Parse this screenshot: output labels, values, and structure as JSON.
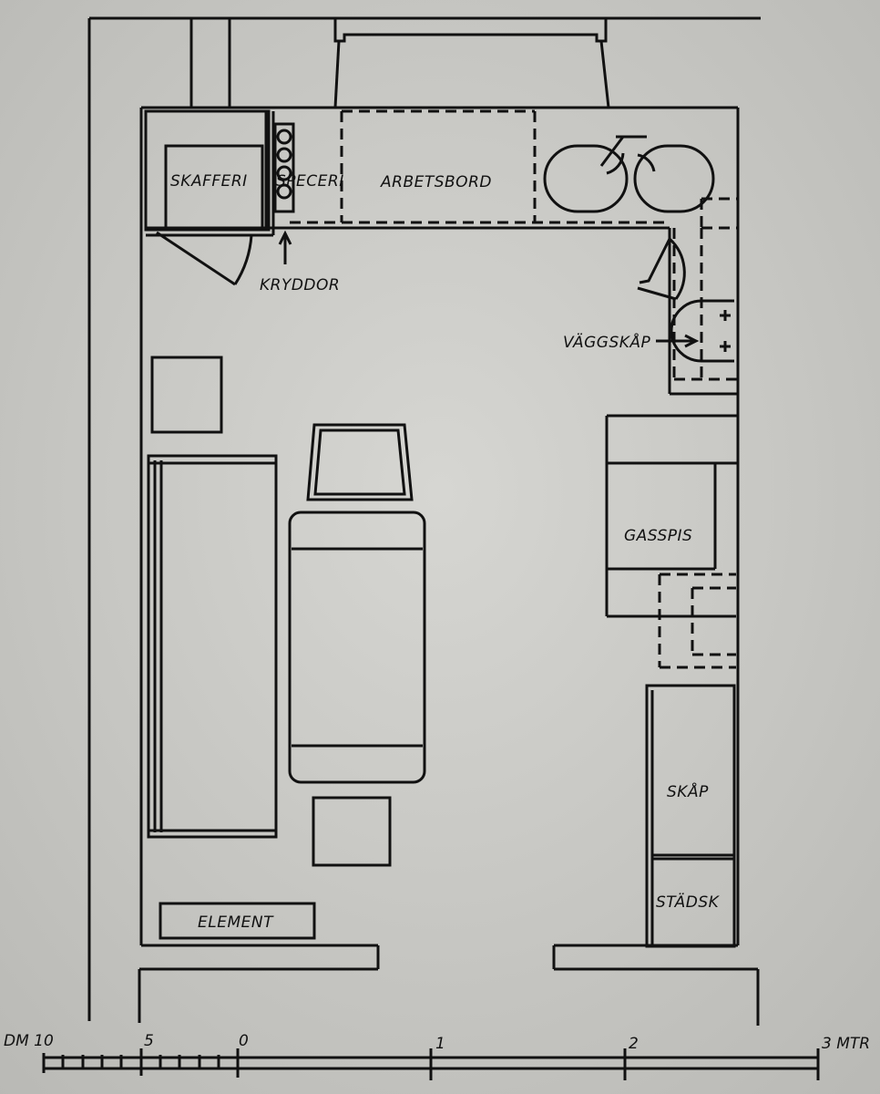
{
  "labels": {
    "skafferi": "SKAFFERI",
    "speceri": "SPECERI",
    "arbetsbord": "ARBETSBORD",
    "kryddor": "KRYDDOR",
    "vaggskap": "VÄGGSKÅP",
    "gasspis": "GASSPIS",
    "skap": "SKÅP",
    "stadsk": "STÄDSK",
    "element": "ELEMENT"
  },
  "scale": {
    "unit_left": "DM 10",
    "tick_5": "5",
    "tick_0": "0",
    "tick_1": "1",
    "tick_2": "2",
    "tick_3": "3 MTR"
  }
}
